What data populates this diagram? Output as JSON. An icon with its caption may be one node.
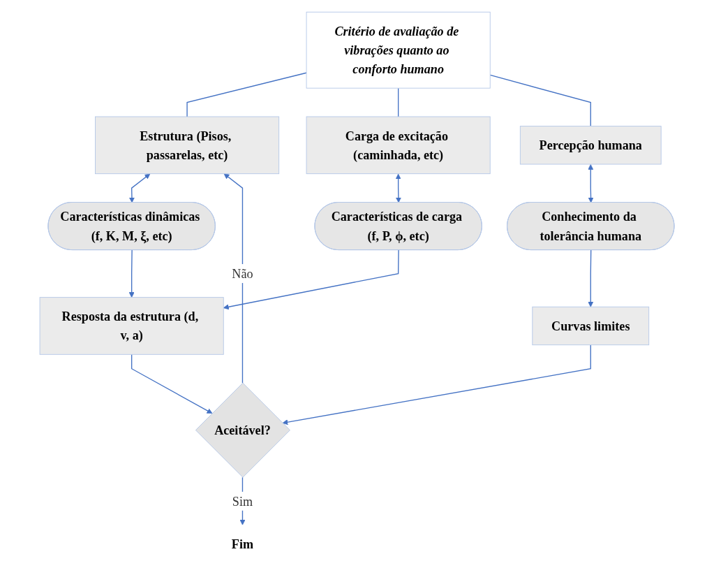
{
  "diagram": {
    "nodes": [
      {
        "text": [
          "Critério de avaliação de vibrações quanto ao conforto humano"
        ]
      },
      {
        "text": [
          "Estrutura (Pisos, passarelas, etc)"
        ]
      },
      {
        "text": [
          "Carga de excitação (caminhada, etc)"
        ]
      },
      {
        "text": [
          "Percepção humana"
        ]
      },
      {
        "text": [
          "Características dinâmicas (f, K, M, ξ, etc)"
        ]
      },
      {
        "text": [
          "Características de carga (f, P, ϕ, etc)"
        ]
      },
      {
        "text": [
          "Conhecimento da tolerância humana"
        ]
      },
      {
        "text": [
          "Resposta da estrutura (d, v, a)"
        ]
      },
      {
        "text": [
          "Curvas limites"
        ]
      },
      {
        "text": [
          "Aceitável?"
        ]
      },
      {
        "text": [
          "Fim"
        ]
      }
    ],
    "edges": [
      {
        "from": 0,
        "to": 1,
        "arrow": "none"
      },
      {
        "from": 0,
        "to": 2,
        "arrow": "none"
      },
      {
        "from": 0,
        "to": 3,
        "arrow": "none"
      },
      {
        "from": 1,
        "to": 4,
        "arrow": "both"
      },
      {
        "from": 2,
        "to": 5,
        "arrow": "both"
      },
      {
        "from": 3,
        "to": 6,
        "arrow": "both"
      },
      {
        "from": 4,
        "to": 7,
        "arrow": "to"
      },
      {
        "from": 5,
        "to": 7,
        "arrow": "to"
      },
      {
        "from": 6,
        "to": 8,
        "arrow": "to"
      },
      {
        "from": 7,
        "to": 9,
        "arrow": "to"
      },
      {
        "from": 8,
        "to": 9,
        "arrow": "to"
      },
      {
        "from": 9,
        "to": 1,
        "arrow": "to",
        "label": "Não"
      },
      {
        "from": 9,
        "to": 10,
        "arrow": "to",
        "label": "Sim"
      }
    ]
  }
}
